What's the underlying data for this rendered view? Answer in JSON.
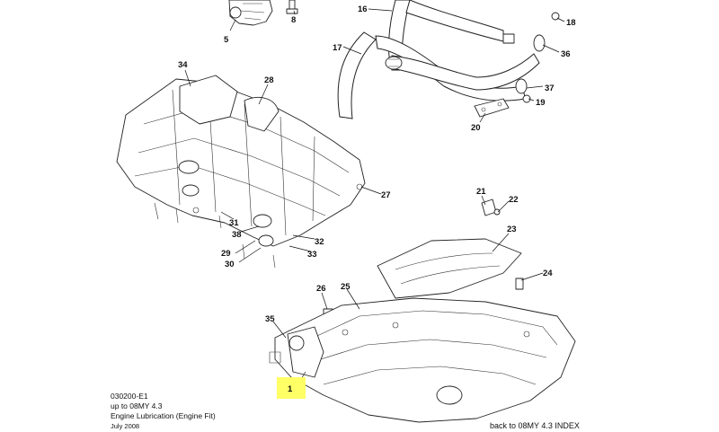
{
  "doc": {
    "code": "030200-E1",
    "range": "up to 08MY 4.3",
    "title": "Engine Lubrication (Engine Fit)",
    "date": "July 2008",
    "back_link": "back to 08MY 4.3 INDEX"
  },
  "highlight_color": "#ffff66",
  "callouts": [
    {
      "id": "5",
      "label": "5"
    },
    {
      "id": "8",
      "label": "8"
    },
    {
      "id": "16",
      "label": "16"
    },
    {
      "id": "17",
      "label": "17"
    },
    {
      "id": "18",
      "label": "18"
    },
    {
      "id": "36",
      "label": "36"
    },
    {
      "id": "37",
      "label": "37"
    },
    {
      "id": "19",
      "label": "19"
    },
    {
      "id": "20",
      "label": "20"
    },
    {
      "id": "34",
      "label": "34"
    },
    {
      "id": "28",
      "label": "28"
    },
    {
      "id": "27",
      "label": "27"
    },
    {
      "id": "31",
      "label": "31"
    },
    {
      "id": "38",
      "label": "38"
    },
    {
      "id": "29",
      "label": "29"
    },
    {
      "id": "30",
      "label": "30"
    },
    {
      "id": "32",
      "label": "32"
    },
    {
      "id": "33",
      "label": "33"
    },
    {
      "id": "21",
      "label": "21"
    },
    {
      "id": "22",
      "label": "22"
    },
    {
      "id": "23",
      "label": "23"
    },
    {
      "id": "24",
      "label": "24"
    },
    {
      "id": "26",
      "label": "26"
    },
    {
      "id": "25",
      "label": "25"
    },
    {
      "id": "35",
      "label": "35"
    },
    {
      "id": "1",
      "label": "1",
      "highlighted": true
    }
  ]
}
